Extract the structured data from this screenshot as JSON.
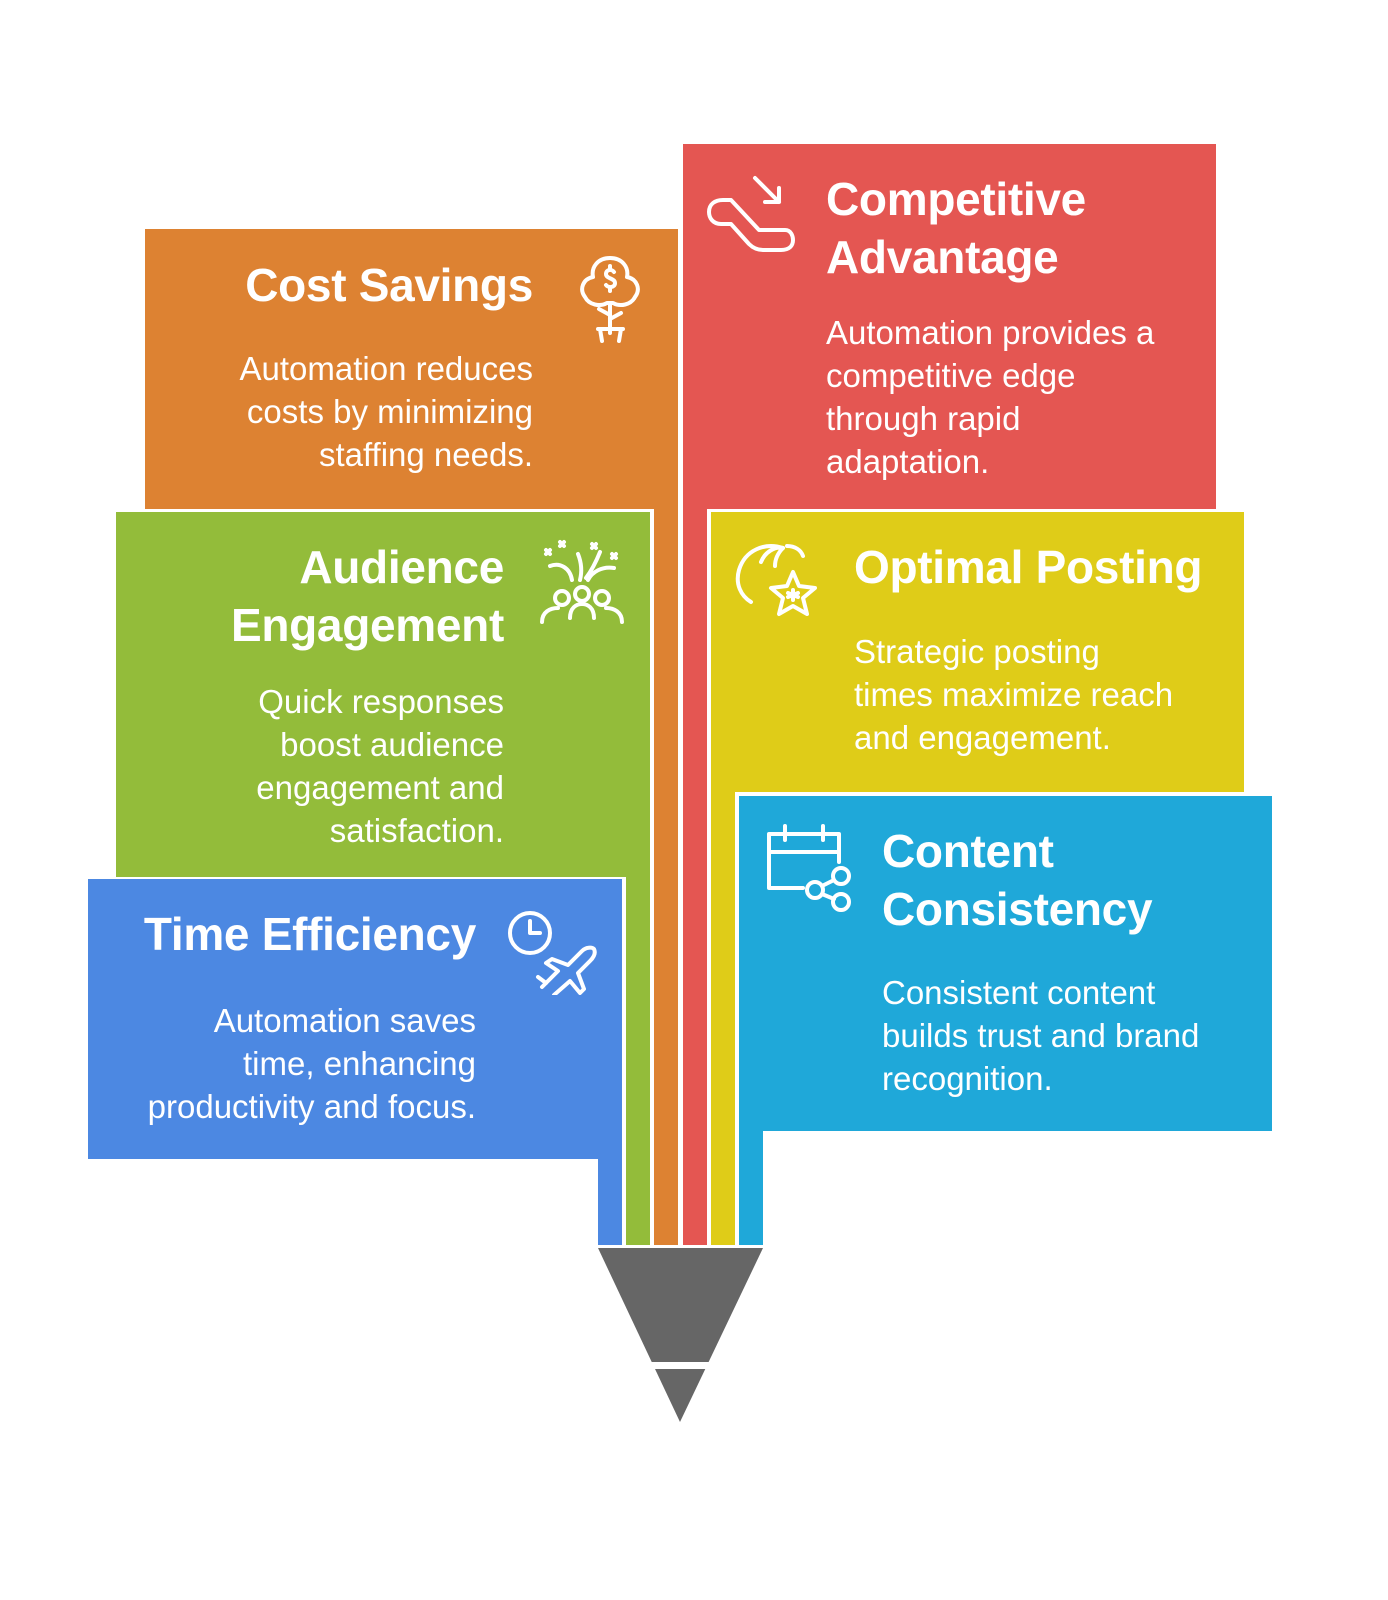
{
  "colors": {
    "cost_savings": "#DD8232",
    "competitive_advantage": "#E45652",
    "audience_engagement": "#93BC3A",
    "optimal_posting": "#DFCC18",
    "time_efficiency": "#4C88E2",
    "content_consistency": "#1FA8D9",
    "tip": "#666666"
  },
  "panels": {
    "cost_savings": {
      "title_lines": [
        "Cost Savings"
      ],
      "desc_lines": [
        "Automation reduces",
        "costs by minimizing",
        "staffing needs."
      ],
      "icon": "money-tree-icon"
    },
    "competitive_advantage": {
      "title_lines": [
        "Competitive",
        "Advantage"
      ],
      "desc_lines": [
        "Automation provides a",
        "competitive edge",
        "through rapid",
        "adaptation."
      ],
      "icon": "escalator-icon"
    },
    "audience_engagement": {
      "title_lines": [
        "Audience",
        "Engagement"
      ],
      "desc_lines": [
        "Quick responses",
        "boost audience",
        "engagement and",
        "satisfaction."
      ],
      "icon": "celebrating-people-icon"
    },
    "optimal_posting": {
      "title_lines": [
        "Optimal Posting"
      ],
      "desc_lines": [
        "Strategic posting",
        "times maximize reach",
        "and engagement."
      ],
      "icon": "shooting-star-icon"
    },
    "time_efficiency": {
      "title_lines": [
        "Time Efficiency"
      ],
      "desc_lines": [
        "Automation saves",
        "time, enhancing",
        "productivity and focus."
      ],
      "icon": "clock-plane-icon"
    },
    "content_consistency": {
      "title_lines": [
        "Content",
        "Consistency"
      ],
      "desc_lines": [
        "Consistent content",
        "builds trust and brand",
        "recognition."
      ],
      "icon": "calendar-share-icon"
    }
  }
}
